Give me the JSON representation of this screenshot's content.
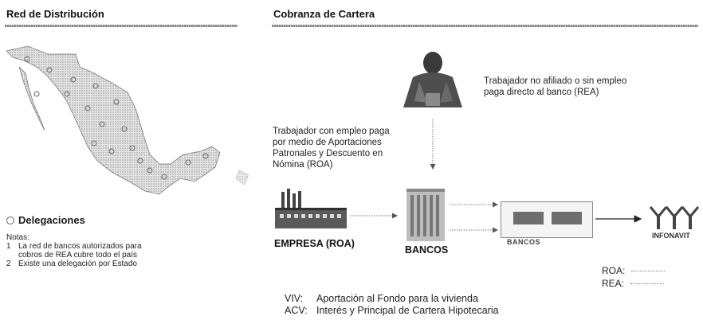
{
  "left": {
    "title": "Red de Distribución",
    "legend_label": "Delegaciones",
    "notes_title": "Notas:",
    "notes": [
      {
        "num": "1",
        "lines": [
          "La red de bancos autorizados para",
          "cobros de REA cubre todo el país"
        ]
      },
      {
        "num": "2",
        "lines": [
          "Existe una delegación por Estado"
        ]
      }
    ]
  },
  "right": {
    "title": "Cobranza de Cartera",
    "worker_caption": [
      "Trabajador no afiliado o sin empleo",
      "paga directo al banco (REA)"
    ],
    "employee_caption": [
      "Trabajador con empleo paga",
      "por medio de Aportaciones",
      "Patronales y Descuento en",
      "Nómina (ROA)"
    ],
    "empresa_label": "EMPRESA (ROA)",
    "bancos_label": "BANCOS",
    "infonavit_label": "INFONAVIT",
    "infonavit_box_text": "BANCOS",
    "definitions": [
      {
        "key": "VIV:",
        "text": "Aportación al Fondo para la vivienda"
      },
      {
        "key": "ACV:",
        "text": "Interés y Principal de Cartera Hipotecaria"
      }
    ],
    "line_key": [
      {
        "label": "ROA:"
      },
      {
        "label": "REA:"
      }
    ]
  }
}
